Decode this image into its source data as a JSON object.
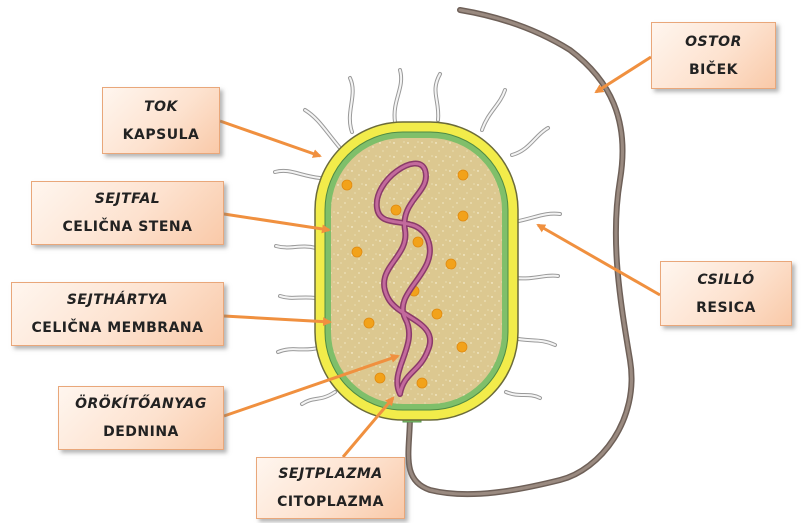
{
  "labels": {
    "ostor": {
      "hu": "OSTOR",
      "sl": "BIČEK"
    },
    "tok": {
      "hu": "TOK",
      "sl": "KAPSULA"
    },
    "sejtfal": {
      "hu": "SEJTFAL",
      "sl": "CELIČNA STENA"
    },
    "sejthartya": {
      "hu": "SEJTHÁRTYA",
      "sl": "CELIČNA MEMBRANA"
    },
    "csillo": {
      "hu": "CSILLÓ",
      "sl": "RESICA"
    },
    "orokito": {
      "hu": "ÖRÖKÍTŐANYAG",
      "sl": "DEDNINA"
    },
    "sejtplazma": {
      "hu": "SEJTPLAZMA",
      "sl": "CITOPLAZMA"
    }
  },
  "colors": {
    "label_border": "#e9a77a",
    "arrow": "#f0903f",
    "capsule": "#f2ec4a",
    "cell_wall": "#7fbf6a",
    "cytoplasm": "#dcc890",
    "dna": "#a0467a",
    "granules": "#f2a21a",
    "flagellum": "#7a6a60"
  }
}
